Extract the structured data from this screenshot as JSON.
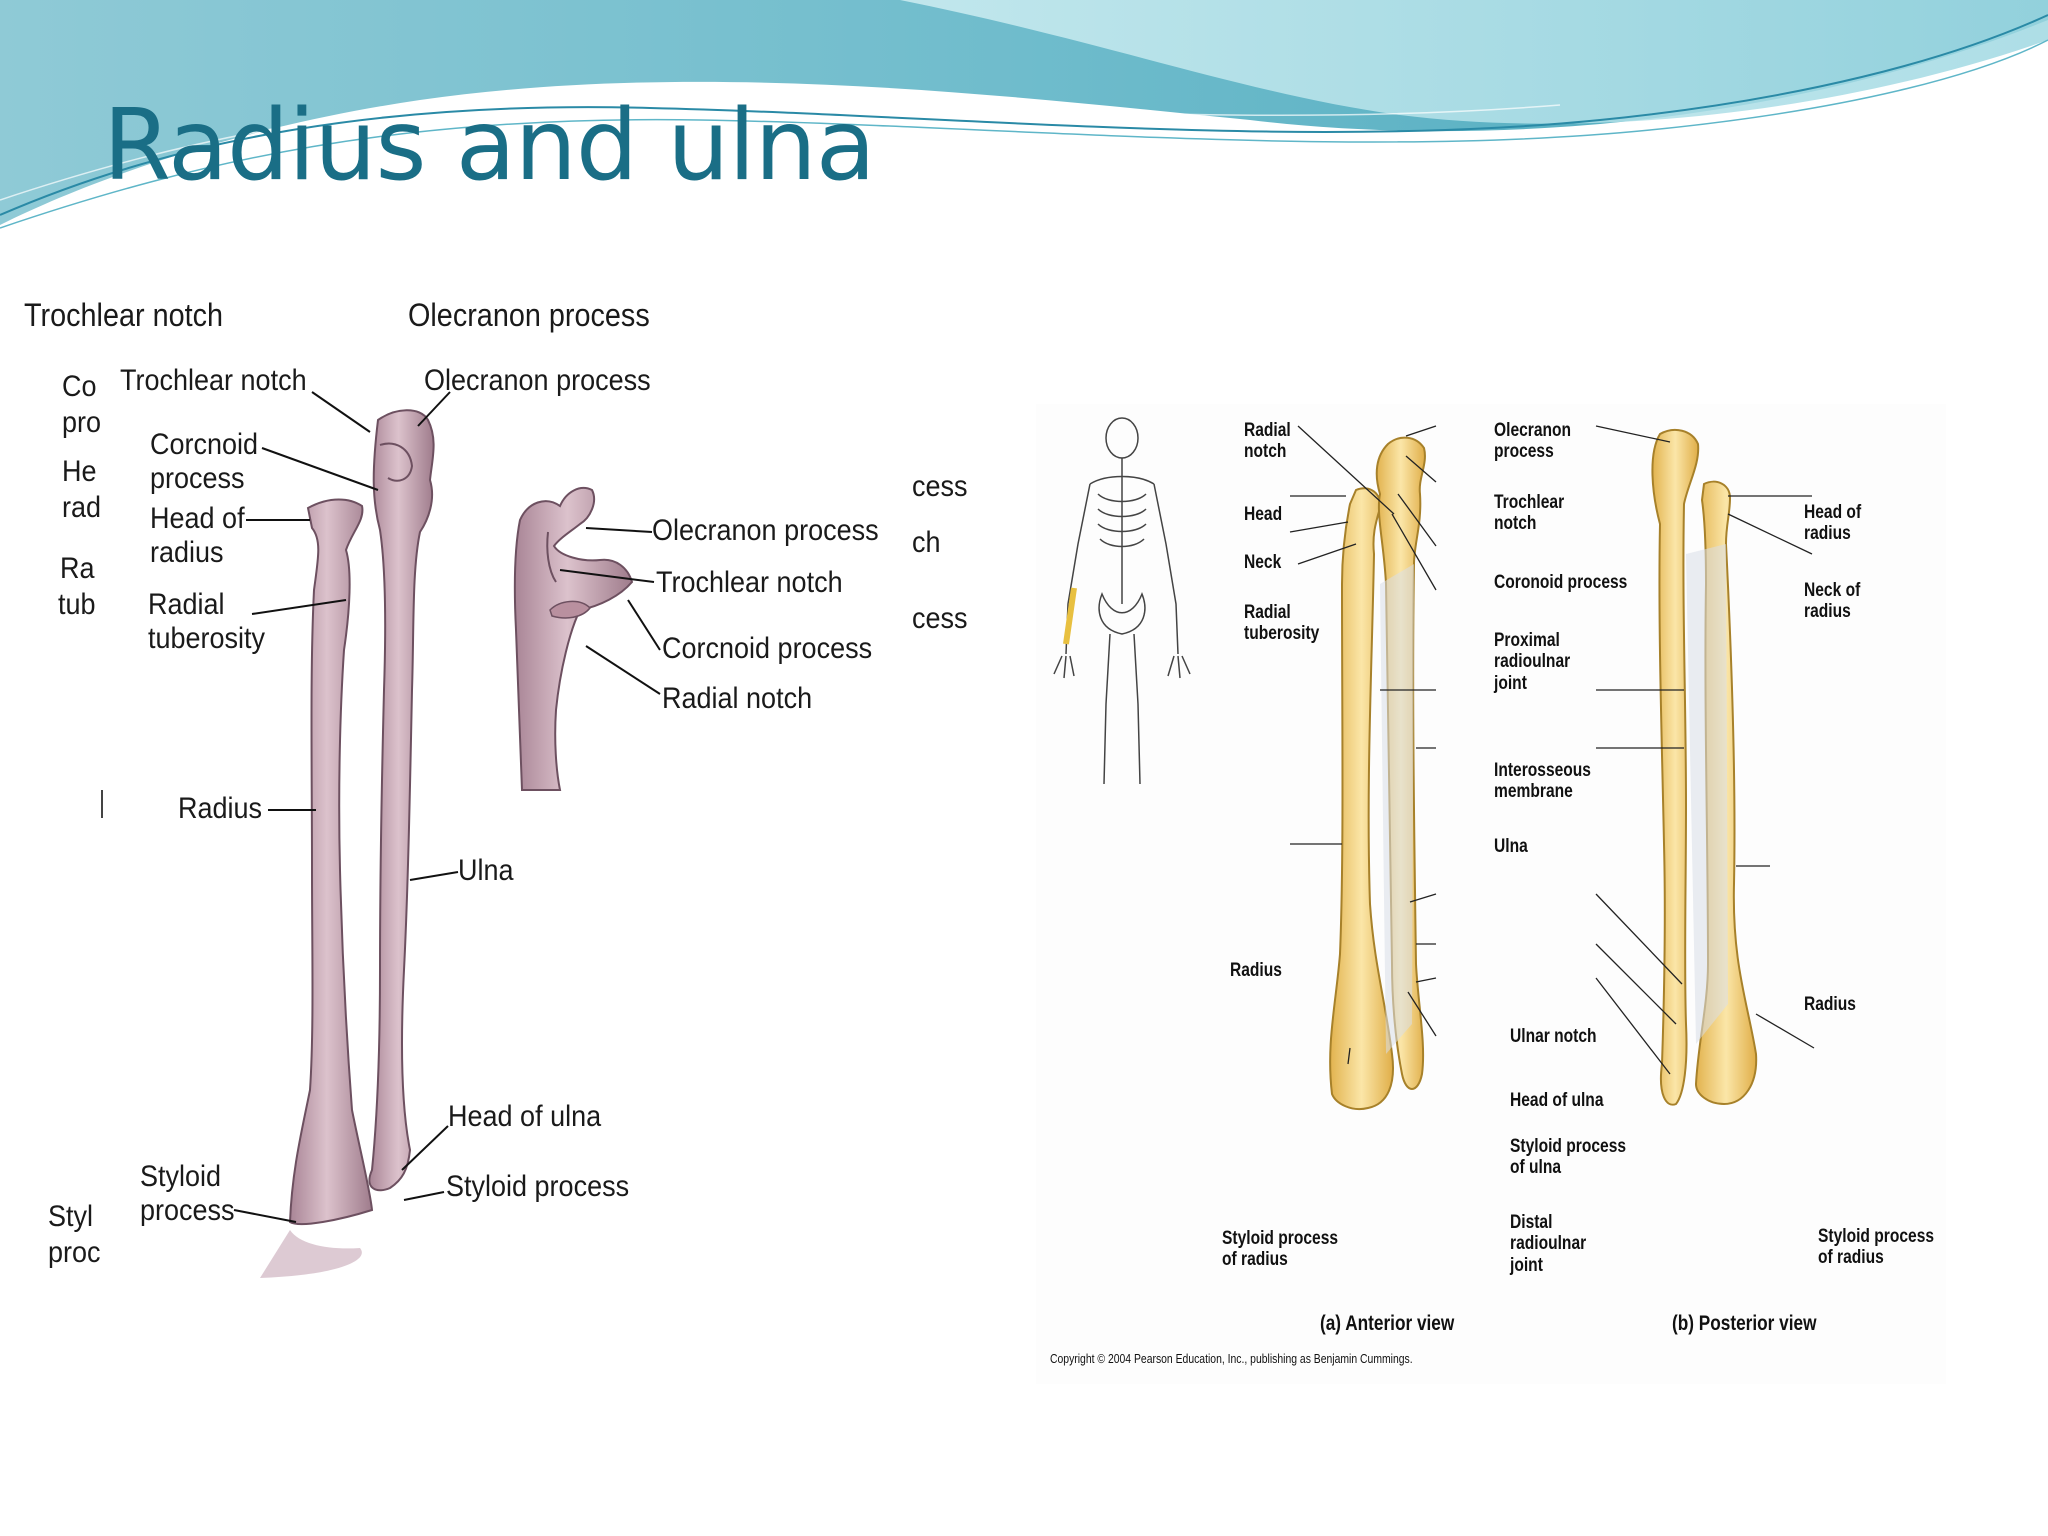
{
  "slide": {
    "title": "Radius and ulna",
    "colors": {
      "title": "#1a6e86",
      "wave_dark": "#4faec2",
      "wave_light": "#a7dbe4",
      "bone_pink": "#c9a8b6",
      "bone_yellow": "#f0cf7a"
    }
  },
  "left_figure": {
    "background_labels": {
      "top_trochlear": "Trochlear notch",
      "top_olecranon": "Olecranon process",
      "frag_co": "Co",
      "frag_pro": "pro",
      "frag_he": "He",
      "frag_rad": "rad",
      "frag_ra": "Ra",
      "frag_tub": "tub",
      "frag_cess1": "cess",
      "frag_ch": "ch",
      "frag_cess2": "cess",
      "frag_styl": "Styl",
      "frag_proc": "proc"
    },
    "labels": {
      "trochlear_notch": "Trochlear notch",
      "olecranon_process": "Olecranon process",
      "coronoid_process": "Corcnoid\nprocess",
      "head_of_radius": "Head of\nradius",
      "radial_tuberosity": "Radial\ntuberosity",
      "radius": "Radius",
      "ulna": "Ulna",
      "head_of_ulna": "Head of ulna",
      "styloid_process_radius": "Styloid\nprocess",
      "styloid_process_ulna": "Styloid process"
    },
    "inset_labels": {
      "olecranon_process": "Olecranon process",
      "trochlear_notch": "Trochlear notch",
      "coronoid_process": "Corcnoid process",
      "radial_notch": "Radial notch"
    }
  },
  "right_figure": {
    "anterior_labels": {
      "radial_notch": "Radial\nnotch",
      "head": "Head",
      "neck": "Neck",
      "radial_tuberosity": "Radial\ntuberosity",
      "olecranon_process": "Olecranon\nprocess",
      "trochlear_notch": "Trochlear\nnotch",
      "coronoid_process": "Coronoid process",
      "proximal_radioulnar_joint": "Proximal\nradioulnar\njoint",
      "interosseous_membrane": "Interosseous\nmembrane",
      "ulna": "Ulna",
      "radius": "Radius",
      "ulnar_notch": "Ulnar notch",
      "head_of_ulna": "Head of ulna",
      "styloid_process_of_ulna": "Styloid process\nof ulna",
      "distal_radioulnar_joint": "Distal\nradioulnar\njoint",
      "styloid_process_of_radius": "Styloid process\nof radius"
    },
    "posterior_labels": {
      "head_of_radius": "Head of\nradius",
      "neck_of_radius": "Neck of\nradius",
      "radius": "Radius",
      "styloid_process_of_radius": "Styloid process\nof radius"
    },
    "captions": {
      "anterior_view": "(a) Anterior view",
      "posterior_view": "(b) Posterior view",
      "copyright": "Copyright © 2004 Pearson Education, Inc., publishing as Benjamin Cummings."
    }
  }
}
